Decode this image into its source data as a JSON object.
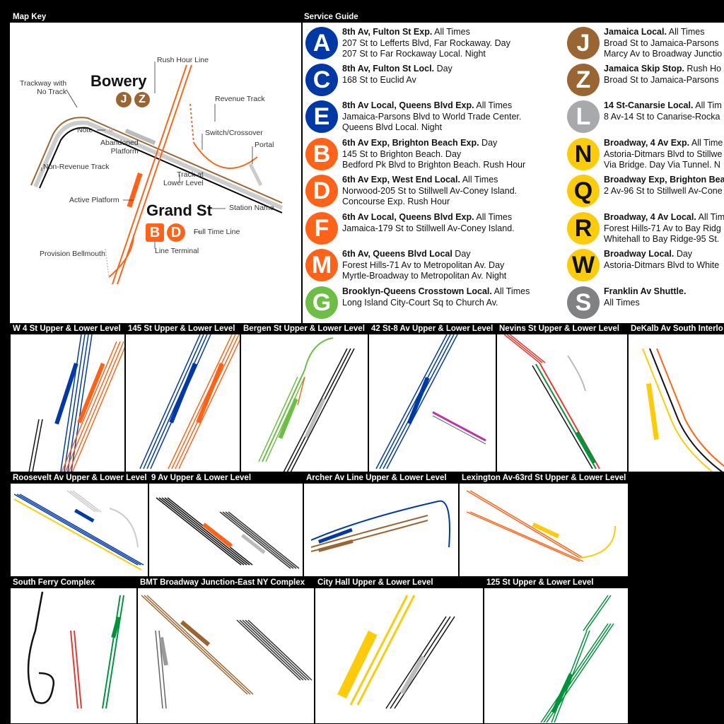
{
  "map_key": {
    "header": "Map Key",
    "labels": {
      "rush_hour_line": "Rush Hour Line",
      "trackway": "Trackway with\nNo Track",
      "bowery": "Bowery",
      "revenue_track": "Revenue Track",
      "note": "Note",
      "switch": "Switch/Crossover",
      "abandoned": "Abandoned\nPlatform",
      "portal": "Portal",
      "non_revenue": "Non-Revenue Track",
      "track_at_lower": "Track at\nLower Level",
      "active_platform": "Active Platform",
      "grand_st": "Grand St",
      "station_name": "Station Name",
      "full_time_line": "Full Time Line",
      "line_terminal": "Line Terminal",
      "provision": "Provision Bellmouth",
      "note_num": "9"
    },
    "bowery_bullets": [
      "J",
      "Z"
    ],
    "grand_bullets": [
      "B",
      "D"
    ]
  },
  "service_guide": {
    "header": "Service Guide",
    "routes": [
      {
        "bullet": "A",
        "color": "#0039A6",
        "title": "8th Av, Fulton St Exp.",
        "time": " All Times",
        "lines": [
          "207 St to Lefferts Blvd, Far Rockaway. Day",
          "207 St to Far Rockaway Local. Night"
        ]
      },
      {
        "bullet": "C",
        "color": "#0039A6",
        "title": "8th Av, Fulton St Locl.",
        "time": " Day",
        "lines": [
          "168 St to Euclid Av"
        ]
      },
      {
        "bullet": "E",
        "color": "#0039A6",
        "title": "8th Av Local, Queens Blvd Exp.",
        "time": " All Times",
        "lines": [
          "Jamaica-Parsons Blvd to World Trade Center.",
          "Queens Blvd Local. Night"
        ]
      },
      {
        "bullet": "B",
        "color": "#FF6319",
        "title": "6th Av Exp, Brighton Beach Exp.",
        "time": " Day",
        "lines": [
          "145 St to Brighton Beach. Day",
          "Bedford Pk Blvd to Brighton Beach. Rush Hour"
        ]
      },
      {
        "bullet": "D",
        "color": "#FF6319",
        "title": "6th Av Exp, West End Local.",
        "time": " All Times",
        "lines": [
          "Norwood-205 St to Stillwell Av-Coney Island.",
          "Concourse Exp. Rush Hour"
        ]
      },
      {
        "bullet": "F",
        "color": "#FF6319",
        "title": "6th Av Local, Queens Blvd Exp.",
        "time": " All Times",
        "lines": [
          "Jamaica-179 St to Stillwell Av-Coney Island."
        ]
      },
      {
        "bullet": "M",
        "color": "#FF6319",
        "title": "6th Av, Queens Blvd Local",
        "time": " Day",
        "lines": [
          "Forest Hills-71 Av to Metropolitan Av. Day",
          "Myrtle-Broadway to Metropolitan Av. Night"
        ]
      },
      {
        "bullet": "G",
        "color": "#6CBE45",
        "title": "Brooklyn-Queens Crosstown Local.",
        "time": " All Times",
        "lines": [
          "Long Island City-Court Sq to Church Av."
        ]
      },
      {
        "bullet": "J",
        "color": "#996633",
        "title": "Jamaica Local.",
        "time": " All Times",
        "lines": [
          "Broad St to Jamaica-Parsons",
          "Marcy Av to Broadway Junctio"
        ]
      },
      {
        "bullet": "Z",
        "color": "#996633",
        "title": "Jamaica Skip Stop.",
        "time": " Rush Ho",
        "lines": [
          "Broad St to Jamaica-Parsons"
        ]
      },
      {
        "bullet": "L",
        "color": "#A7A9AC",
        "title": "14 St-Canarsie Local.",
        "time": " All Tim",
        "lines": [
          "8 Av-14 St to Canarise-Rocka"
        ]
      },
      {
        "bullet": "N",
        "color": "#FCCC0A",
        "dark": true,
        "title": "Broadway, 4 Av Exp.",
        "time": " All Time",
        "lines": [
          "Astoria-Ditmars Blvd to Stillwe",
          "Via Bridge. Day   Via Tunnel. N"
        ]
      },
      {
        "bullet": "Q",
        "color": "#FCCC0A",
        "dark": true,
        "title": "Broadway Exp, Brighton Bea",
        "time": "",
        "lines": [
          "2 Av-96 St to Stillwell Av-Cone"
        ]
      },
      {
        "bullet": "R",
        "color": "#FCCC0A",
        "dark": true,
        "title": "Broadway, 4 Av Local.",
        "time": " All Tim",
        "lines": [
          "Forest Hills-71 Av to Bay Ridg",
          "Whitehall to Bay Ridge-95 St."
        ]
      },
      {
        "bullet": "W",
        "color": "#FCCC0A",
        "dark": true,
        "title": "Broadway Local.",
        "time": " Day",
        "lines": [
          "Astoria-Ditmars Blvd to White"
        ]
      },
      {
        "bullet": "S",
        "color": "#808183",
        "title": "Franklin Av Shuttle.",
        "time": "",
        "lines": [
          "All Times"
        ]
      }
    ]
  },
  "panels": {
    "row1": [
      "W 4 St Upper & Lower Level",
      "145 St Upper & Lower Level",
      "Bergen St Upper & Lower Level",
      "42 St-8 Av Upper & Lower Level",
      "Nevins St Upper & Lower Level",
      "DeKalb Av South Interlo"
    ],
    "row2": [
      "Roosevelt Av Upper & Lower Level",
      "9 Av Upper & Lower Level",
      "Archer Av Line Upper & Lower Level",
      "Lexington Av-63rd St Upper & Lower Level"
    ],
    "row3": [
      "South Ferry Complex",
      "BMT Broadway Junction-East NY Complex",
      "City Hall Upper & Lower Level",
      "125 St Upper & Lower Level"
    ]
  },
  "colors": {
    "blue": "#0039A6",
    "orange": "#FF6319",
    "green": "#6CBE45",
    "brown": "#996633",
    "gray": "#A7A9AC",
    "yellow": "#FCCC0A",
    "purple": "#B933AD",
    "red": "#EE352E",
    "dkgreen": "#00933C"
  }
}
